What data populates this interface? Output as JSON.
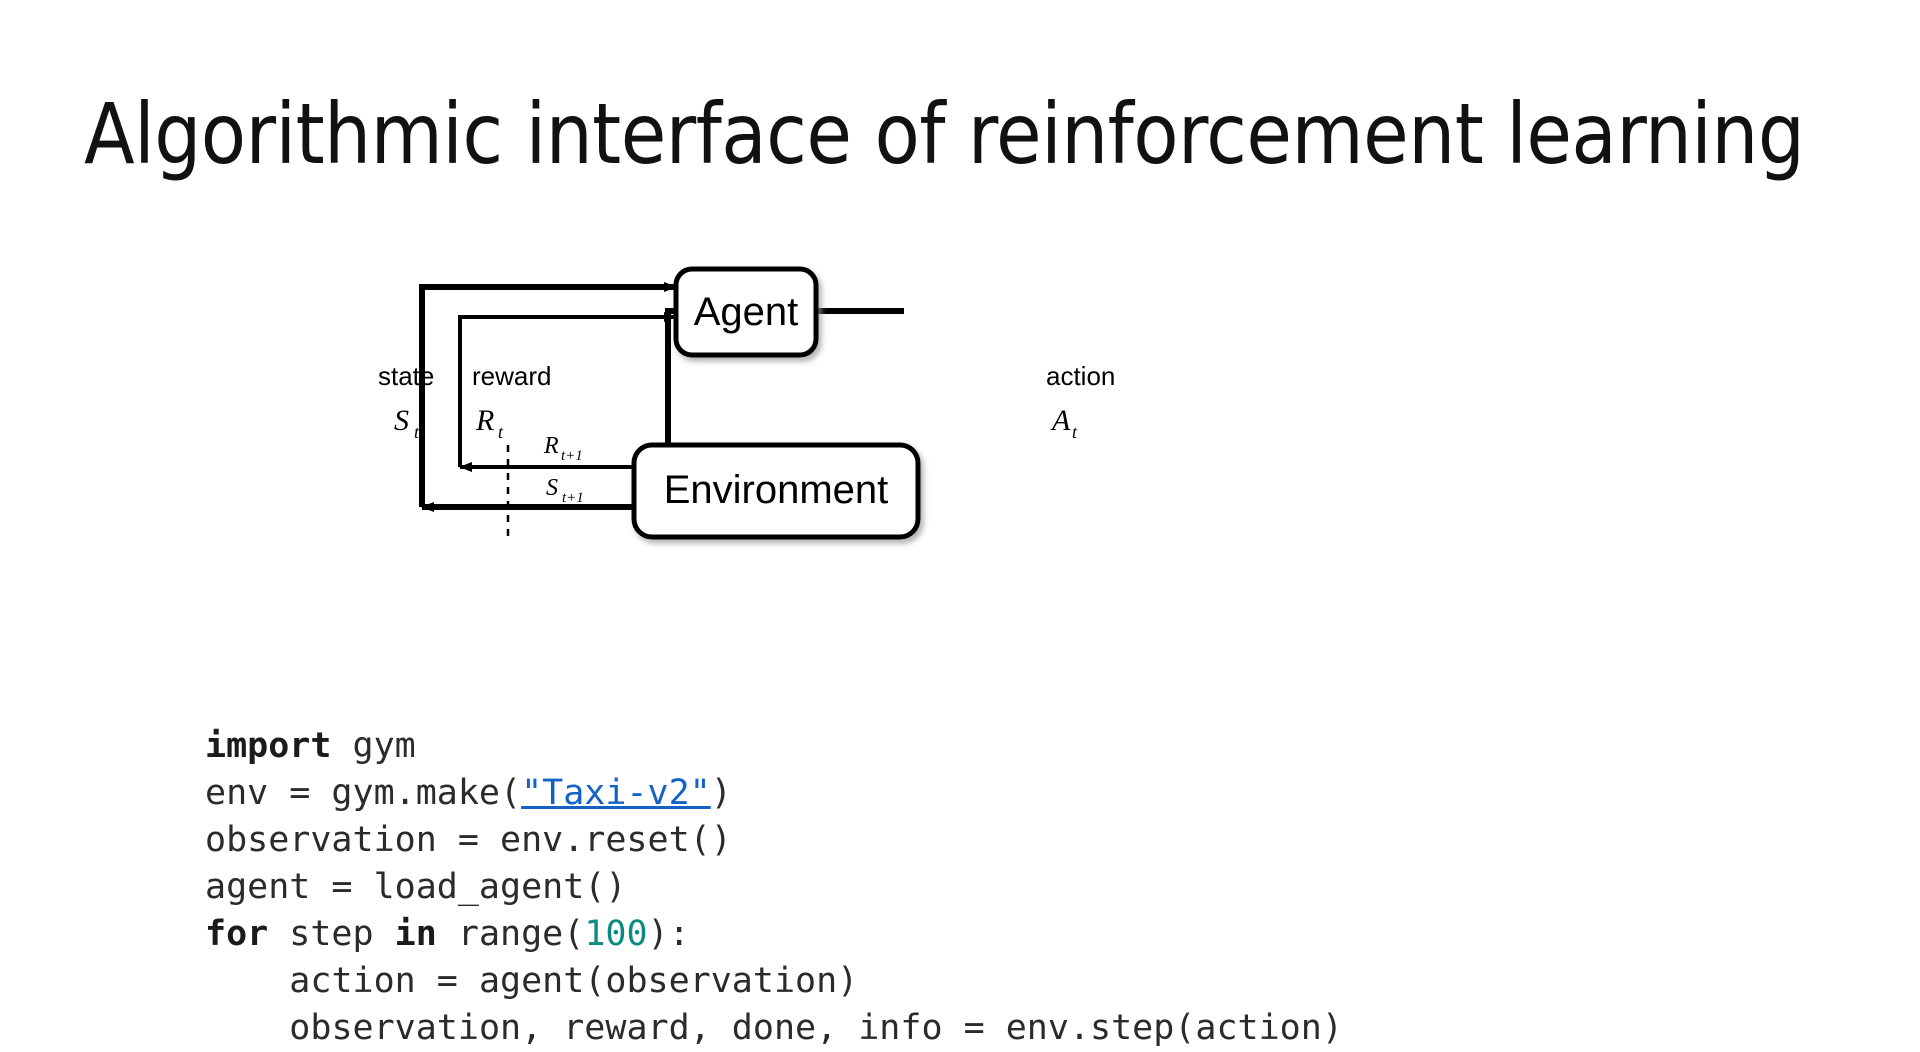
{
  "slide": {
    "title": "Algorithmic interface of reinforcement learning",
    "background_color": "#ffffff"
  },
  "diagram": {
    "name": "agent-environment-interaction-loop",
    "nodes": [
      {
        "id": "agent",
        "label": "Agent"
      },
      {
        "id": "environment",
        "label": "Environment"
      }
    ],
    "edge_labels": [
      {
        "id": "state",
        "word": "state",
        "symbol": "S",
        "subscript": "t"
      },
      {
        "id": "reward",
        "word": "reward",
        "symbol": "R",
        "subscript": "t"
      },
      {
        "id": "action",
        "word": "action",
        "symbol": "A",
        "subscript": "t"
      },
      {
        "id": "next-reward",
        "word": "",
        "symbol": "R",
        "subscript": "t+1"
      },
      {
        "id": "next-state",
        "word": "",
        "symbol": "S",
        "subscript": "t+1"
      }
    ],
    "stroke_color": "#000000",
    "box_fill": "#ffffff"
  },
  "code": {
    "language": "python",
    "link_color": "#1262C8",
    "number_color": "#0B8B80",
    "text_color": "#2b2b2b",
    "lines": [
      {
        "indent": 0,
        "tokens": [
          {
            "t": "import",
            "k": "kw"
          },
          {
            "t": " gym",
            "k": "plain"
          }
        ]
      },
      {
        "indent": 0,
        "tokens": [
          {
            "t": "env = gym.make(",
            "k": "plain"
          },
          {
            "t": "\"Taxi-v2\"",
            "k": "link"
          },
          {
            "t": ")",
            "k": "plain"
          }
        ]
      },
      {
        "indent": 0,
        "tokens": [
          {
            "t": "observation = env.reset()",
            "k": "plain"
          }
        ]
      },
      {
        "indent": 0,
        "tokens": [
          {
            "t": "agent = load_agent()",
            "k": "plain"
          }
        ]
      },
      {
        "indent": 0,
        "tokens": [
          {
            "t": "for",
            "k": "kw"
          },
          {
            "t": " step ",
            "k": "plain"
          },
          {
            "t": "in",
            "k": "kw"
          },
          {
            "t": " range(",
            "k": "plain"
          },
          {
            "t": "100",
            "k": "num"
          },
          {
            "t": "):",
            "k": "plain"
          }
        ]
      },
      {
        "indent": 4,
        "tokens": [
          {
            "t": "action = agent(observation)",
            "k": "plain"
          }
        ]
      },
      {
        "indent": 4,
        "tokens": [
          {
            "t": "observation, reward, done, info = env.step(action)",
            "k": "plain"
          }
        ]
      }
    ]
  }
}
